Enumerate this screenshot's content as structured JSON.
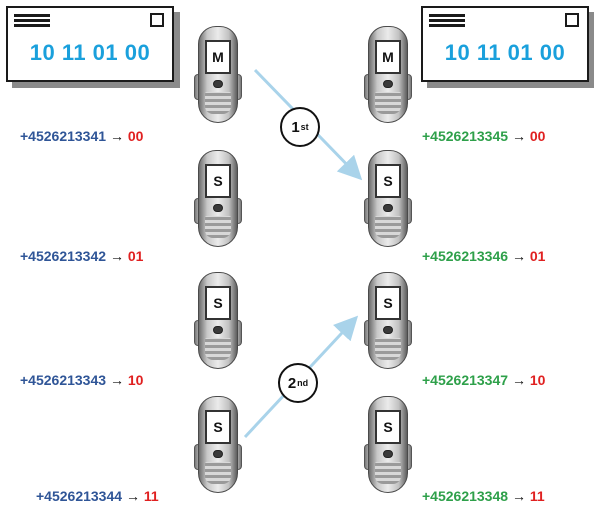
{
  "left_envelope": {
    "code": "10 11 01 00"
  },
  "right_envelope": {
    "code": "10 11 01 00"
  },
  "arrow_symbol": "→",
  "left_phones": [
    {
      "role": "M",
      "number": "+4526213341",
      "bits": "00"
    },
    {
      "role": "S",
      "number": "+4526213342",
      "bits": "01"
    },
    {
      "role": "S",
      "number": "+4526213343",
      "bits": "10"
    },
    {
      "role": "S",
      "number": "+4526213344",
      "bits": "11"
    }
  ],
  "right_phones": [
    {
      "role": "M",
      "number": "+4526213345",
      "bits": "00"
    },
    {
      "role": "S",
      "number": "+4526213346",
      "bits": "01"
    },
    {
      "role": "S",
      "number": "+4526213347",
      "bits": "10"
    },
    {
      "role": "S",
      "number": "+4526213348",
      "bits": "11"
    }
  ],
  "steps": [
    {
      "base": "1",
      "suffix": "st"
    },
    {
      "base": "2",
      "suffix": "nd"
    }
  ],
  "colors": {
    "code": "#1aa0dc",
    "left_number": "#2f5597",
    "right_number": "#2ea04a",
    "bits": "#e02020",
    "link_arrow": "#a9d3ea"
  }
}
